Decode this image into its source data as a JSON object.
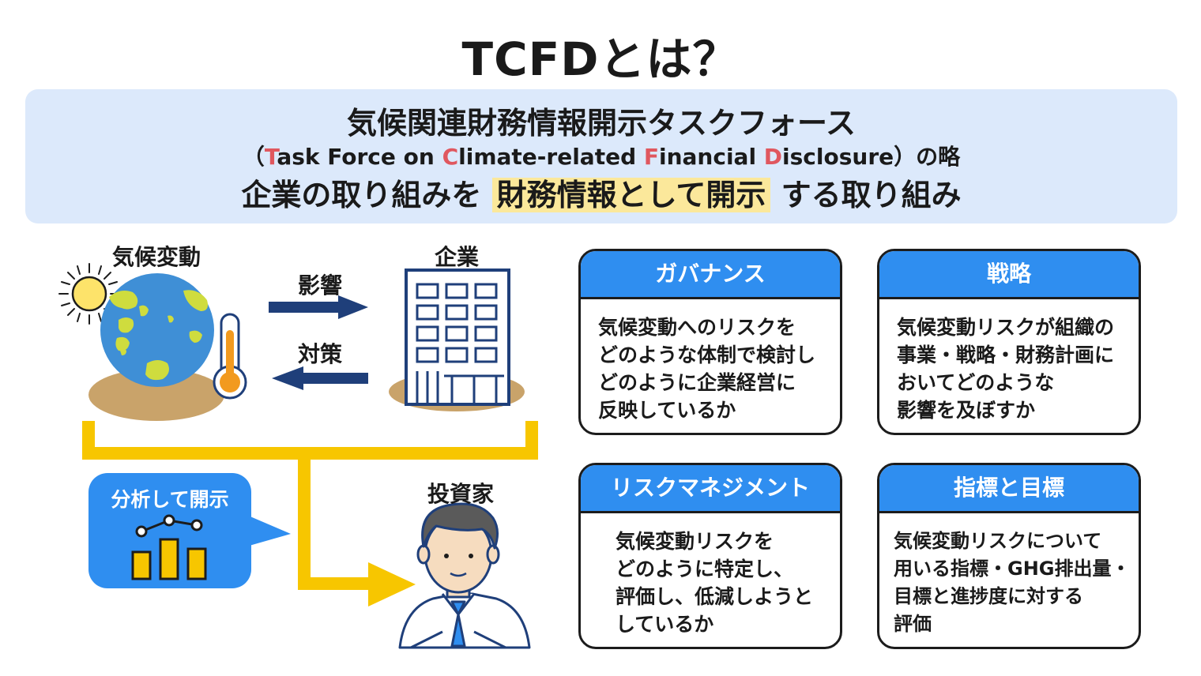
{
  "title": "TCFDとは？",
  "banner": {
    "line1": "気候関連財務情報開示タスクフォース",
    "line2": {
      "open": "（",
      "t_hl": "T",
      "t_rest": "ask Force on ",
      "c_hl": "C",
      "c_rest": "limate-related ",
      "f_hl": "F",
      "f_rest": "inancial ",
      "d_hl": "D",
      "d_rest": "isclosure）の略"
    },
    "line3": {
      "before": "企業の取り組みを",
      "highlight": "財務情報として開示",
      "after": "する取り組み"
    }
  },
  "diagram": {
    "climate_label": "気候変動",
    "company_label": "企業",
    "influence_label": "影響",
    "measures_label": "対策",
    "investor_label": "投資家",
    "bubble_label": "分析して開示"
  },
  "cards": [
    {
      "header": "ガバナンス",
      "lines": [
        "気候変動へのリスクを",
        "どのような体制で検討し",
        "どのように企業経営に",
        "反映しているか"
      ]
    },
    {
      "header": "戦略",
      "lines": [
        "気候変動リスクが組織の",
        "事業・戦略・財務計画に",
        "おいてどのような",
        "影響を及ぼすか"
      ]
    },
    {
      "header": "リスクマネジメント",
      "lines": [
        "気候変動リスクを",
        "どのように特定し、",
        "評価し、低減しようと",
        "しているか"
      ]
    },
    {
      "header": "指標と目標",
      "lines": [
        "気候変動リスクについて",
        "用いる指標・GHG排出量・",
        "目標と進捗度に対する",
        "評価"
      ]
    }
  ],
  "colors": {
    "banner_bg": "#dce9fb",
    "accent_red": "#e0575f",
    "highlight_yellow": "#fbe89b",
    "card_header_blue": "#2f8ef0",
    "arrow_navy": "#1f3f7a",
    "connector_yellow": "#f7c600",
    "ground_tan": "#c9a36a"
  },
  "icons": [
    "sun-icon",
    "earth-icon",
    "thermometer-icon",
    "building-icon",
    "investor-icon",
    "bar-chart-icon"
  ]
}
